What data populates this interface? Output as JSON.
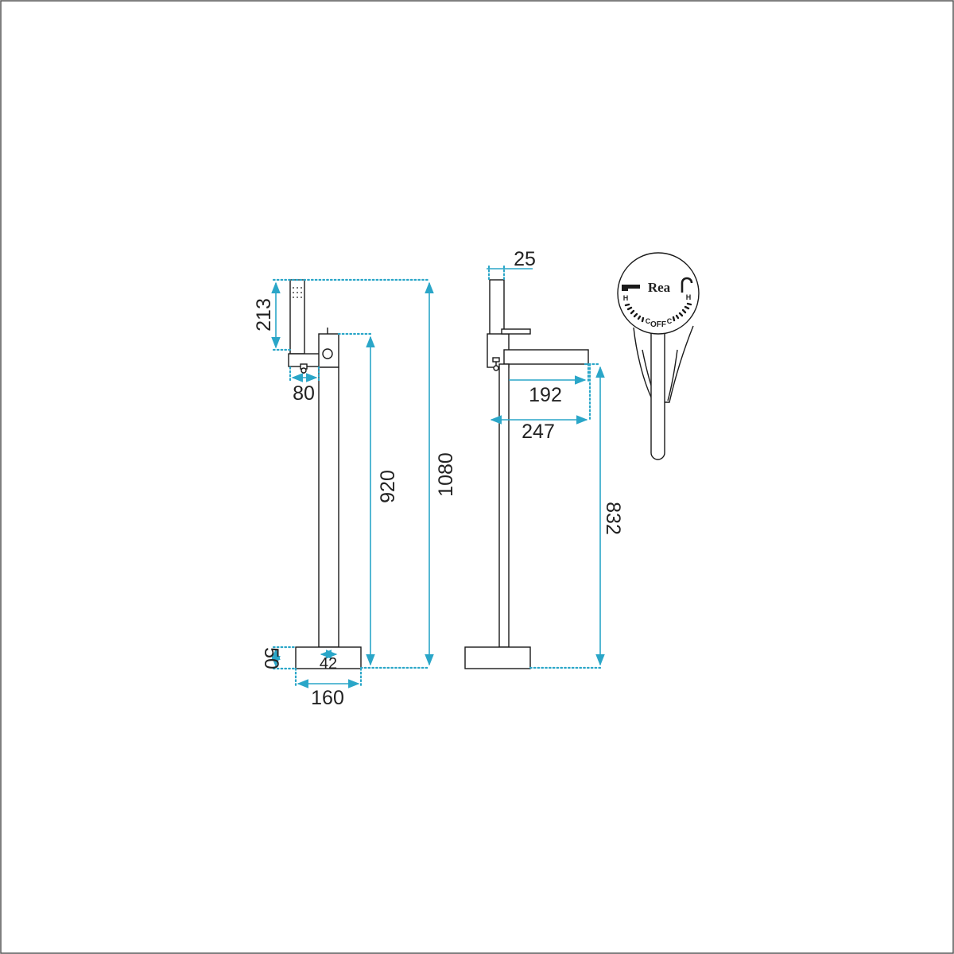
{
  "colors": {
    "dimension": "#2aa6c8",
    "outline": "#1a1a1a",
    "frame": "#555555"
  },
  "front_view": {
    "dimensions": {
      "hand_shower_height": "213",
      "hand_shower_offset": "80",
      "spout_height": "920",
      "total_height": "1080",
      "base_height": "50",
      "column_width": "42",
      "base_width": "160"
    }
  },
  "side_view": {
    "dimensions": {
      "handle_width": "25",
      "spout_inner_reach": "192",
      "spout_total_reach": "247",
      "outlet_height": "832"
    }
  },
  "handle_detail": {
    "brand": "Rea",
    "hot_left": "H",
    "hot_right": "H",
    "cold_left": "C",
    "cold_right": "C",
    "off_label": "OFF"
  },
  "icons": [
    "spout-icon",
    "shower-icon"
  ]
}
